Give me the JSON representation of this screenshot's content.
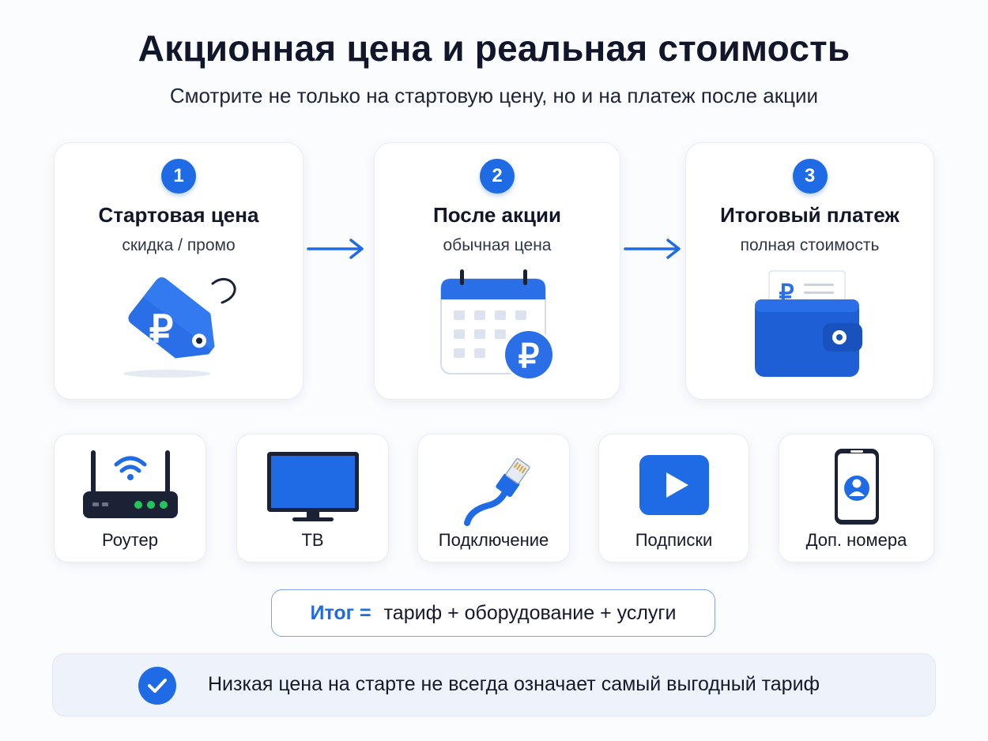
{
  "header": {
    "title": "Акционная цена и реальная стоимость",
    "subtitle": "Смотрите не только на стартовую цену, но и на платеж после акции"
  },
  "steps": [
    {
      "number": "1",
      "title": "Стартовая цена",
      "subtitle": "скидка / промо",
      "icon": "price-tag-ruble-icon"
    },
    {
      "number": "2",
      "title": "После акции",
      "subtitle": "обычная цена",
      "icon": "calendar-ruble-icon"
    },
    {
      "number": "3",
      "title": "Итоговый платеж",
      "subtitle": "полная стоимость",
      "icon": "wallet-receipt-icon"
    }
  ],
  "currency_symbol": "₽",
  "items": [
    {
      "label": "Роутер",
      "icon": "router-icon"
    },
    {
      "label": "ТВ",
      "icon": "tv-icon"
    },
    {
      "label": "Подключение",
      "icon": "ethernet-cable-icon"
    },
    {
      "label": "Подписки",
      "icon": "play-icon"
    },
    {
      "label": "Доп. номера",
      "icon": "phone-icon"
    }
  ],
  "formula": {
    "key": "Итог =",
    "expression": "тариф + оборудование + услуги"
  },
  "note": {
    "text": "Низкая цена на старте не всегда означает самый выгодный тариф",
    "icon": "checkmark-icon"
  },
  "colors": {
    "accent": "#1f6be6",
    "text": "#141a2b",
    "card_bg": "#ffffff",
    "note_bg": "#eef3fb"
  }
}
